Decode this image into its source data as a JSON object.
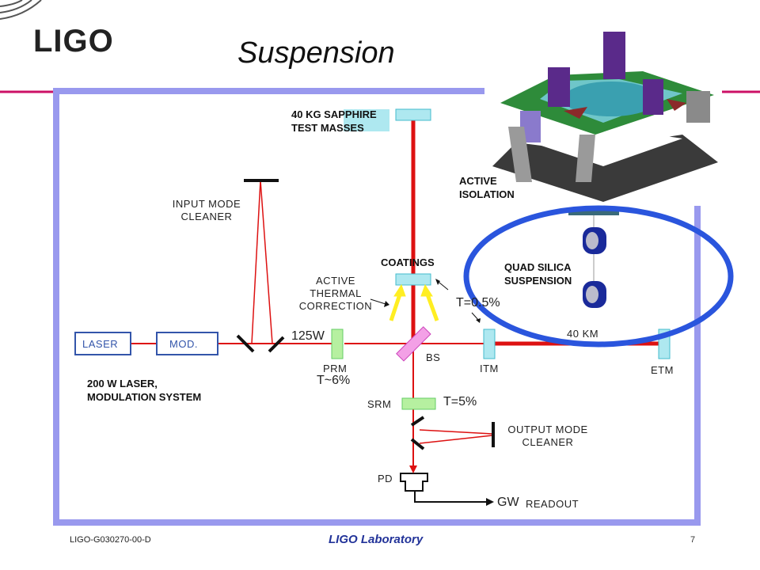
{
  "header": {
    "logo": "LIGO",
    "title": "Suspension"
  },
  "callouts": {
    "test_masses": "40 KG SAPPHIRE\nTEST MASSES",
    "active_isolation": "ACTIVE\nISOLATION",
    "coatings": "COATINGS",
    "quad_silica": "QUAD SILICA\nSUSPENSION",
    "laser_system": "200 W LASER,\nMODULATION SYSTEM"
  },
  "diagram": {
    "laser": "LASER",
    "mod": "MOD.",
    "input_mode_cleaner": "INPUT MODE\nCLEANER",
    "active_thermal": "ACTIVE\nTHERMAL\nCORRECTION",
    "power": "125W",
    "prm": "PRM",
    "prm_t": "T~6%",
    "bs": "BS",
    "itm": "ITM",
    "itm_t": "T=0.5%",
    "etm": "ETM",
    "arm": "40 KM",
    "srm": "SRM",
    "srm_t": "T=5%",
    "output_mode_cleaner": "OUTPUT MODE\nCLEANER",
    "pd": "PD",
    "gw": "GW",
    "readout": "READOUT"
  },
  "footer": {
    "doc_id": "LIGO-G030270-00-D",
    "org": "LIGO Laboratory",
    "page": "7"
  },
  "colors": {
    "frame": "#9999ee",
    "beam": "#dd1111",
    "ellipse": "#2a55dd",
    "optic_cyan": "#aee8f0",
    "optic_green": "#b6f0a0",
    "bs_pink": "#f3a0e6",
    "arrow_yellow": "#ffee22",
    "accent_magenta": "#cc1166",
    "footer_blue": "#223399"
  }
}
